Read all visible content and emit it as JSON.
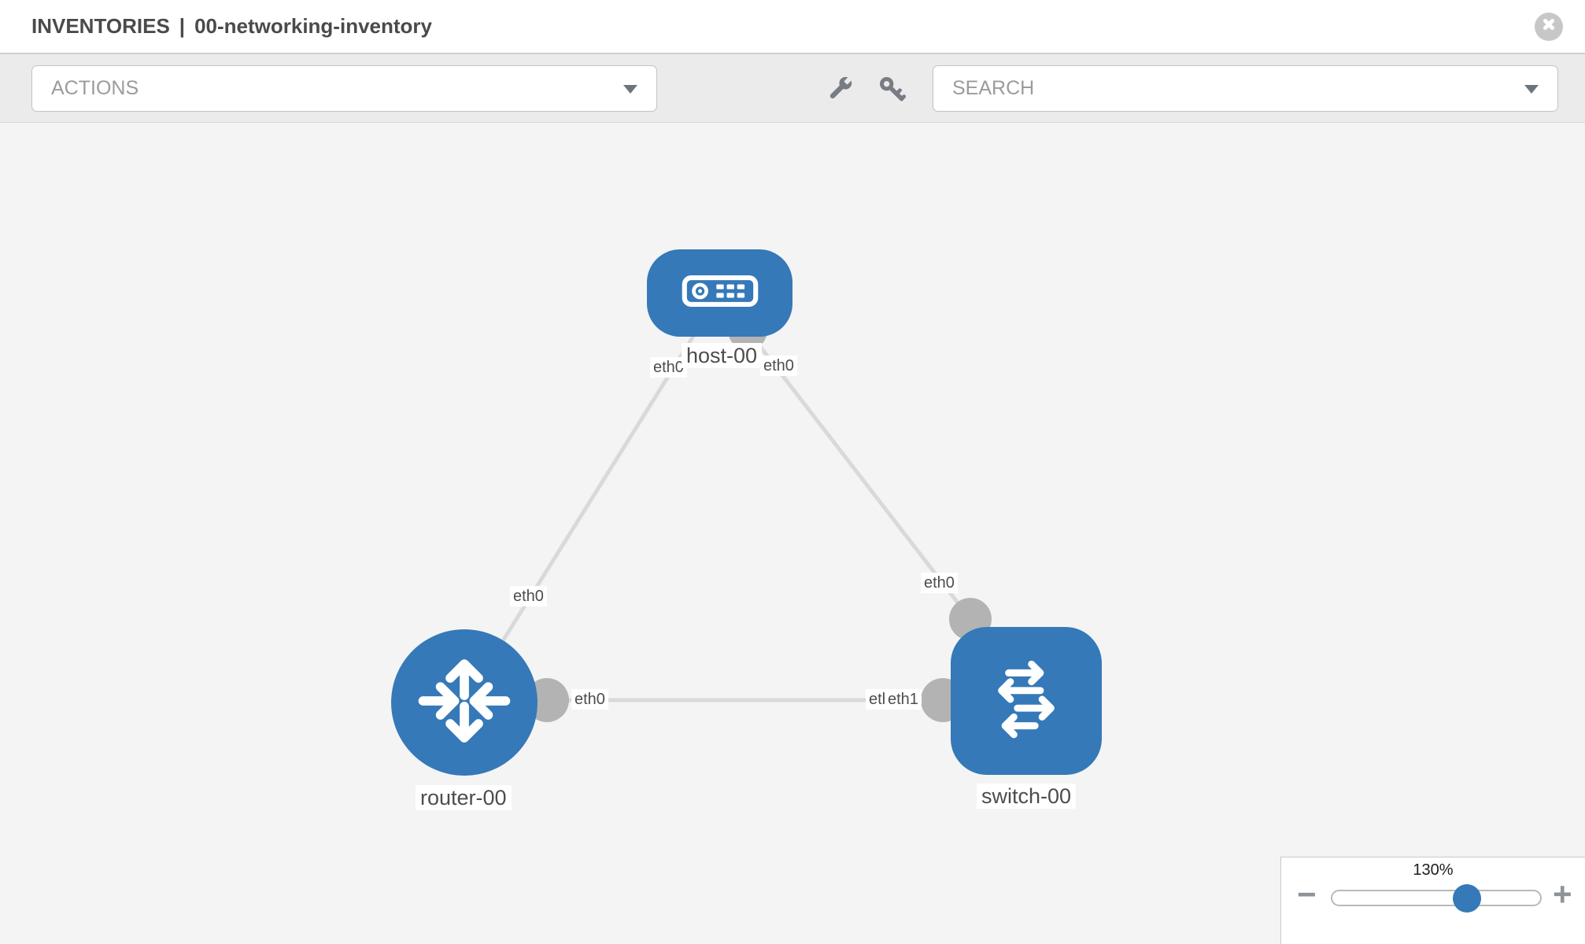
{
  "header": {
    "section": "INVENTORIES",
    "separator": "|",
    "item": "00-networking-inventory"
  },
  "toolbar": {
    "actions_label": "ACTIONS",
    "search_label": "SEARCH",
    "icons": [
      "wrench-icon",
      "key-icon"
    ]
  },
  "topology": {
    "nodes": [
      {
        "label": "host-00",
        "type": "host",
        "icon": "host-icon"
      },
      {
        "label": "router-00",
        "type": "router",
        "icon": "router-icon"
      },
      {
        "label": "switch-00",
        "type": "switch",
        "icon": "switch-icon"
      }
    ],
    "links": [
      {
        "from": "host-00",
        "to": "router-00"
      },
      {
        "from": "host-00",
        "to": "switch-00"
      },
      {
        "from": "router-00",
        "to": "switch-00"
      }
    ],
    "interface_labels": {
      "host_to_router_near_host": "eth0",
      "host_to_switch_near_host": "eth0",
      "host_to_router_mid": "eth0",
      "host_to_switch_near_switch": "eth0",
      "router_to_switch_near_router": "eth0",
      "router_to_switch_under": "eth0",
      "router_to_switch_near_switch": "eth1"
    }
  },
  "zoom_control": {
    "level": "130%",
    "minus_label": "−",
    "plus_label": "+"
  },
  "colors": {
    "node_blue": "#3579b8",
    "link_gray": "#d9d9d9",
    "interface_dot_gray": "#b3b3b3",
    "toolbar_gray": "#ebebeb"
  }
}
